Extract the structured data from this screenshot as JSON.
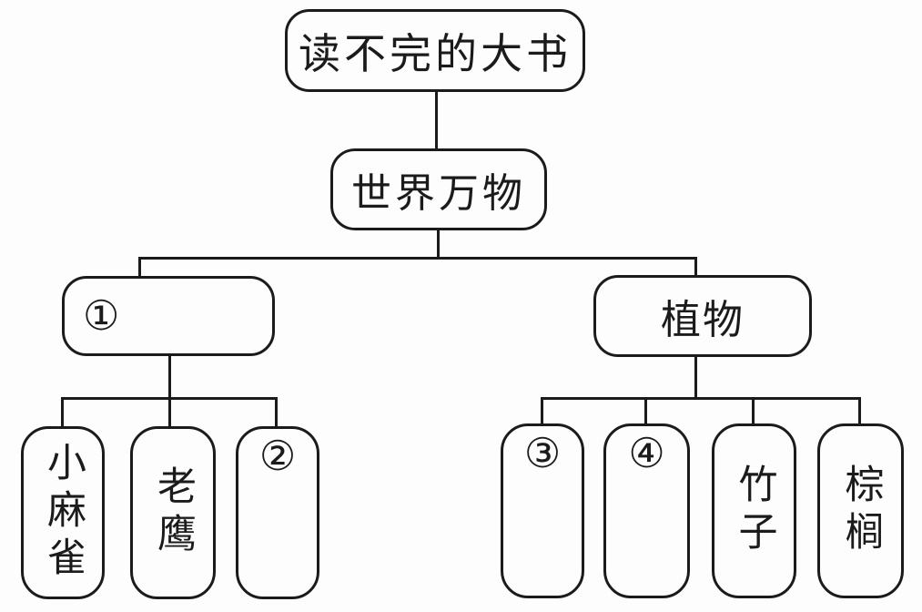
{
  "flowchart": {
    "root": {
      "label": "读不完的大书"
    },
    "world": {
      "label": "世界万物"
    },
    "branches": [
      {
        "label": "①",
        "children": [
          {
            "label": "小麻雀"
          },
          {
            "label": "老鹰"
          },
          {
            "label": "②"
          }
        ]
      },
      {
        "label": "植物",
        "children": [
          {
            "label": "③"
          },
          {
            "label": "④"
          },
          {
            "label": "竹子"
          },
          {
            "label": "棕榈"
          }
        ]
      }
    ]
  },
  "colors": {
    "line": "#1b1b1b",
    "background": "#fdfdfd"
  }
}
